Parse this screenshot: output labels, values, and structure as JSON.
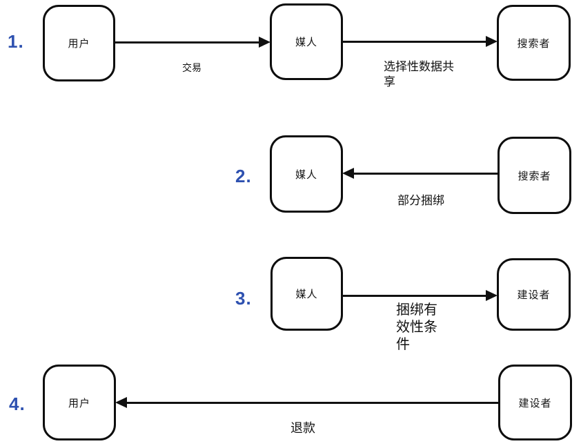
{
  "accent_color": "#2e51b0",
  "steps": [
    {
      "number": "1.",
      "nodes": [
        {
          "label": "用户"
        },
        {
          "label": "媒人"
        },
        {
          "label": "搜索者"
        }
      ],
      "edges": [
        {
          "label": "交易",
          "from": "用户",
          "to": "媒人",
          "direction": "right"
        },
        {
          "label": "选择性数据共享",
          "from": "媒人",
          "to": "搜索者",
          "direction": "right"
        }
      ]
    },
    {
      "number": "2.",
      "nodes": [
        {
          "label": "媒人"
        },
        {
          "label": "搜索者"
        }
      ],
      "edges": [
        {
          "label": "部分捆绑",
          "from": "搜索者",
          "to": "媒人",
          "direction": "left"
        }
      ]
    },
    {
      "number": "3.",
      "nodes": [
        {
          "label": "媒人"
        },
        {
          "label": "建设者"
        }
      ],
      "edges": [
        {
          "label": "捆绑有效性条件",
          "from": "媒人",
          "to": "建设者",
          "direction": "right"
        }
      ]
    },
    {
      "number": "4.",
      "nodes": [
        {
          "label": "用户"
        },
        {
          "label": "建设者"
        }
      ],
      "edges": [
        {
          "label": "退款",
          "from": "建设者",
          "to": "用户",
          "direction": "left"
        }
      ]
    }
  ]
}
